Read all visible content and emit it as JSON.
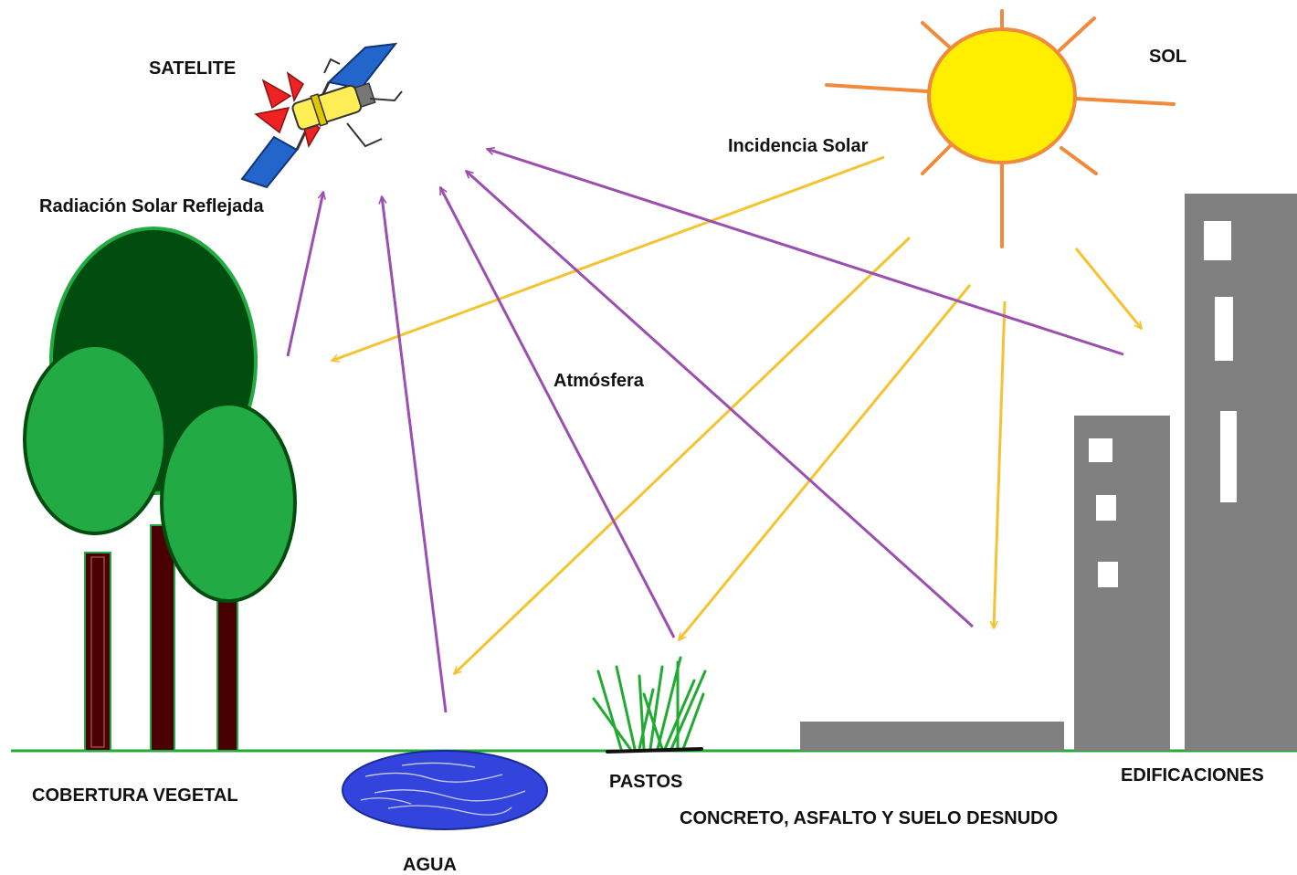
{
  "labels": {
    "satellite": "SATELITE",
    "sun": "SOL",
    "incidence": "Incidencia Solar",
    "reflected": "Radiación Solar Reflejada",
    "atmosphere": "Atmósfera",
    "vegetation": "COBERTURA VEGETAL",
    "grass": "PASTOS",
    "water": "AGUA",
    "buildings": "EDIFICACIONES",
    "bare_surfaces": "CONCRETO, ASFALTO Y SUELO DESNUDO"
  },
  "colors": {
    "incident_arrow": "#f4c430",
    "reflected_arrow": "#9b4fb0",
    "sun_fill": "#ffee00",
    "sun_outline": "#f08a3c",
    "dark_tree": "#004d0f",
    "light_tree": "#22aa44",
    "trunk": "#4a0000",
    "water": "#3344dd",
    "building": "#808080",
    "ground_line": "#22aa33"
  },
  "icons": {
    "satellite": "satellite-icon",
    "sun": "sun-icon"
  }
}
